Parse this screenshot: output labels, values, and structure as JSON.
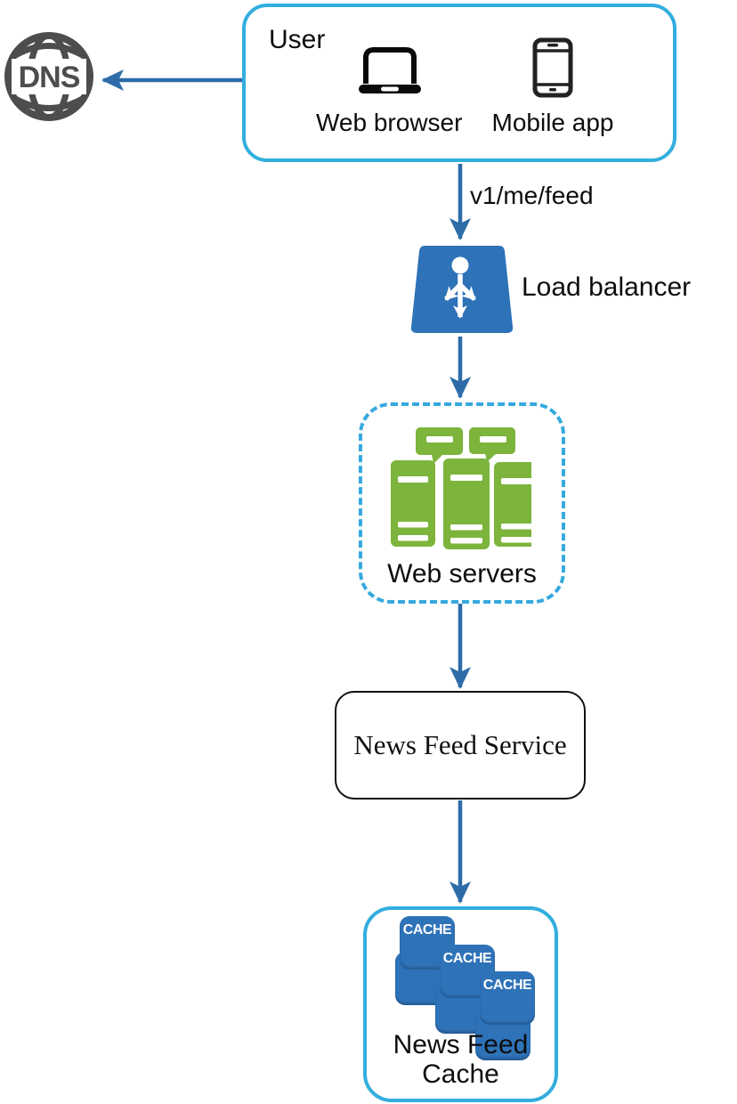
{
  "title": "News feed system design diagram",
  "dns": {
    "label": "DNS"
  },
  "user": {
    "title": "User",
    "web_browser_label": "Web browser",
    "mobile_app_label": "Mobile app"
  },
  "request": {
    "path_label": "v1/me/feed"
  },
  "load_balancer": {
    "label": "Load balancer"
  },
  "web_servers": {
    "label": "Web servers"
  },
  "news_feed_service": {
    "label": "News Feed Service"
  },
  "news_feed_cache": {
    "label": "News Feed Cache",
    "units": [
      "CACHE",
      "CACHE",
      "CACHE"
    ]
  },
  "colors": {
    "accent_cyan": "#32aede",
    "arrow_blue": "#2d6ca8",
    "shape_blue": "#2e72b8",
    "server_green": "#7cb43c",
    "dns_gray": "#4d4d4d"
  }
}
